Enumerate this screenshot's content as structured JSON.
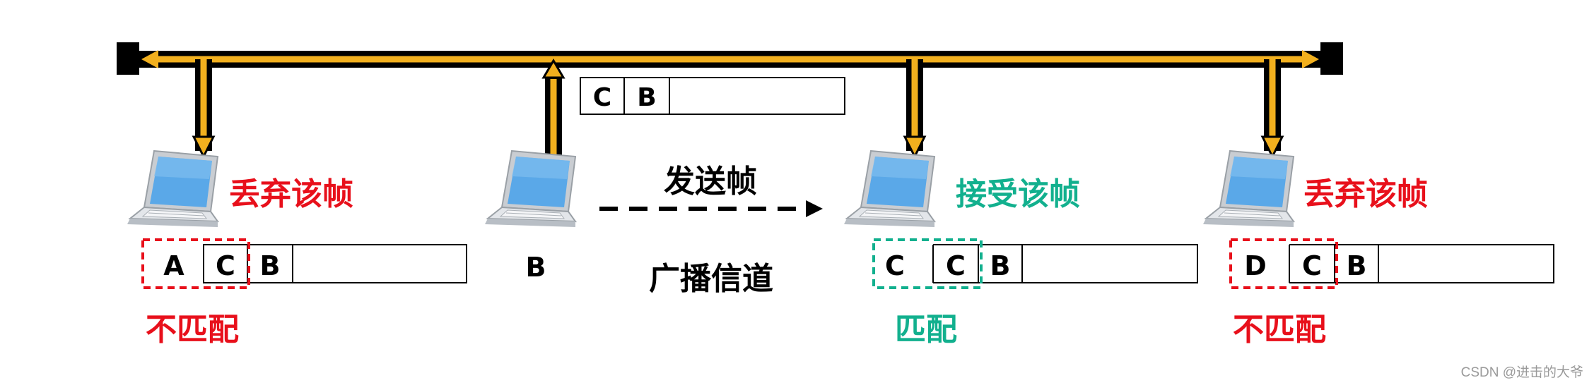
{
  "colors": {
    "bus_outer": "#000000",
    "bus_inner": "#f2b01e",
    "red": "#e8101b",
    "green": "#12b08e",
    "laptop_screen": "#5aa8e8",
    "laptop_body": "#d9dde2"
  },
  "icons": [
    "laptop-icon",
    "arrow-up-icon",
    "arrow-down-icon",
    "dashed-arrow-right-icon"
  ],
  "sender": {
    "label": "B",
    "frame_cells": [
      "C",
      "B"
    ]
  },
  "middle": {
    "send_label": "发送帧",
    "channel_label": "广播信道"
  },
  "receivers": [
    {
      "addr_cells": [
        "A",
        "C",
        "B"
      ],
      "action": "丢弃该帧",
      "match": "不匹配"
    },
    {
      "addr_cells": [
        "C",
        "C",
        "B"
      ],
      "action": "接受该帧",
      "match": "匹配"
    },
    {
      "addr_cells": [
        "D",
        "C",
        "B"
      ],
      "action": "丢弃该帧",
      "match": "不匹配"
    }
  ],
  "watermark": "CSDN @进击的大爷"
}
